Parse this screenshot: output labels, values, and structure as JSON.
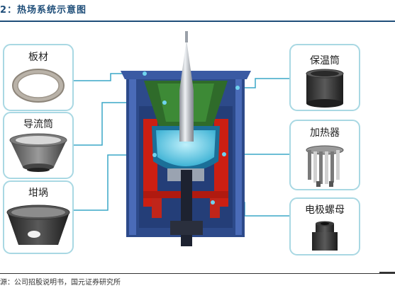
{
  "title": "2：热场系统示意图",
  "source": "源：公司招股说明书，国元证券研究所",
  "components": {
    "left": [
      {
        "label": "板材",
        "icon": "ring-plate-icon"
      },
      {
        "label": "导流筒",
        "icon": "flow-guide-cylinder-icon"
      },
      {
        "label": "坩埚",
        "icon": "crucible-icon"
      }
    ],
    "right": [
      {
        "label": "保温筒",
        "icon": "insulation-cylinder-icon"
      },
      {
        "label": "加热器",
        "icon": "heater-icon"
      },
      {
        "label": "电极螺母",
        "icon": "electrode-nut-icon"
      }
    ]
  },
  "colors": {
    "title": "#1f4e79",
    "callout_border": "#a9d8e3",
    "connector": "#3aa7c7",
    "furnace_body": "#2d4a8a",
    "heater": "#cc1f12",
    "guide": "#2f6b2a",
    "melt": "#4cc3dd"
  }
}
